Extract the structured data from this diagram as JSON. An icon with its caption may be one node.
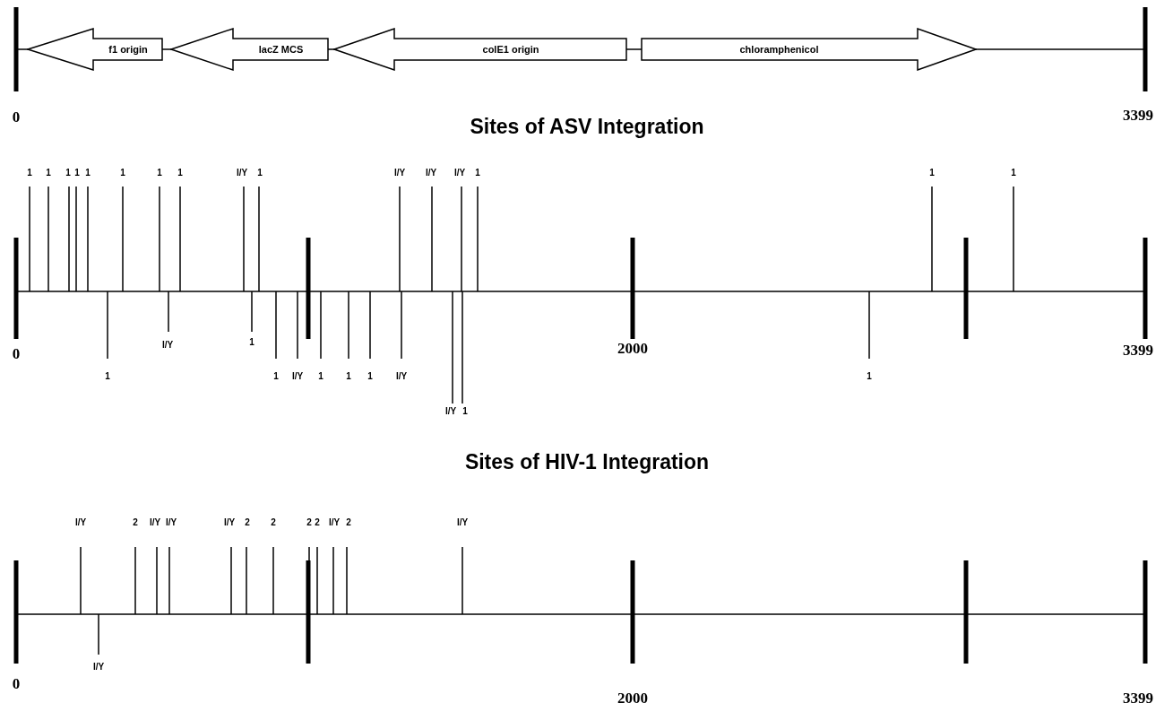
{
  "diagram": {
    "nodes": [
      {
        "text": [
          "f1 origin"
        ]
      },
      {
        "text": [
          "lacZ MCS"
        ]
      },
      {
        "text": [
          "colE1 origin"
        ]
      },
      {
        "text": [
          "chloramphenicol"
        ]
      }
    ],
    "labels": [
      "0",
      "3399",
      "Sites of ASV Integration",
      "1",
      "1",
      "1",
      "1",
      "1",
      "1",
      "1",
      "1",
      "I/Y",
      "1",
      "I/Y",
      "I/Y",
      "I/Y",
      "1",
      "1",
      "1",
      "I/Y",
      "1",
      "0",
      "2000",
      "3399",
      "1",
      "1",
      "I/Y",
      "1",
      "1",
      "1",
      "I/Y",
      "1",
      "I/Y",
      "1",
      "Sites of HIV-1 Integration",
      "I/Y",
      "2",
      "I/Y",
      "I/Y",
      "I/Y",
      "2",
      "2",
      "2",
      "2",
      "I/Y",
      "2",
      "I/Y",
      "I/Y",
      "0",
      "2000",
      "3399"
    ]
  }
}
